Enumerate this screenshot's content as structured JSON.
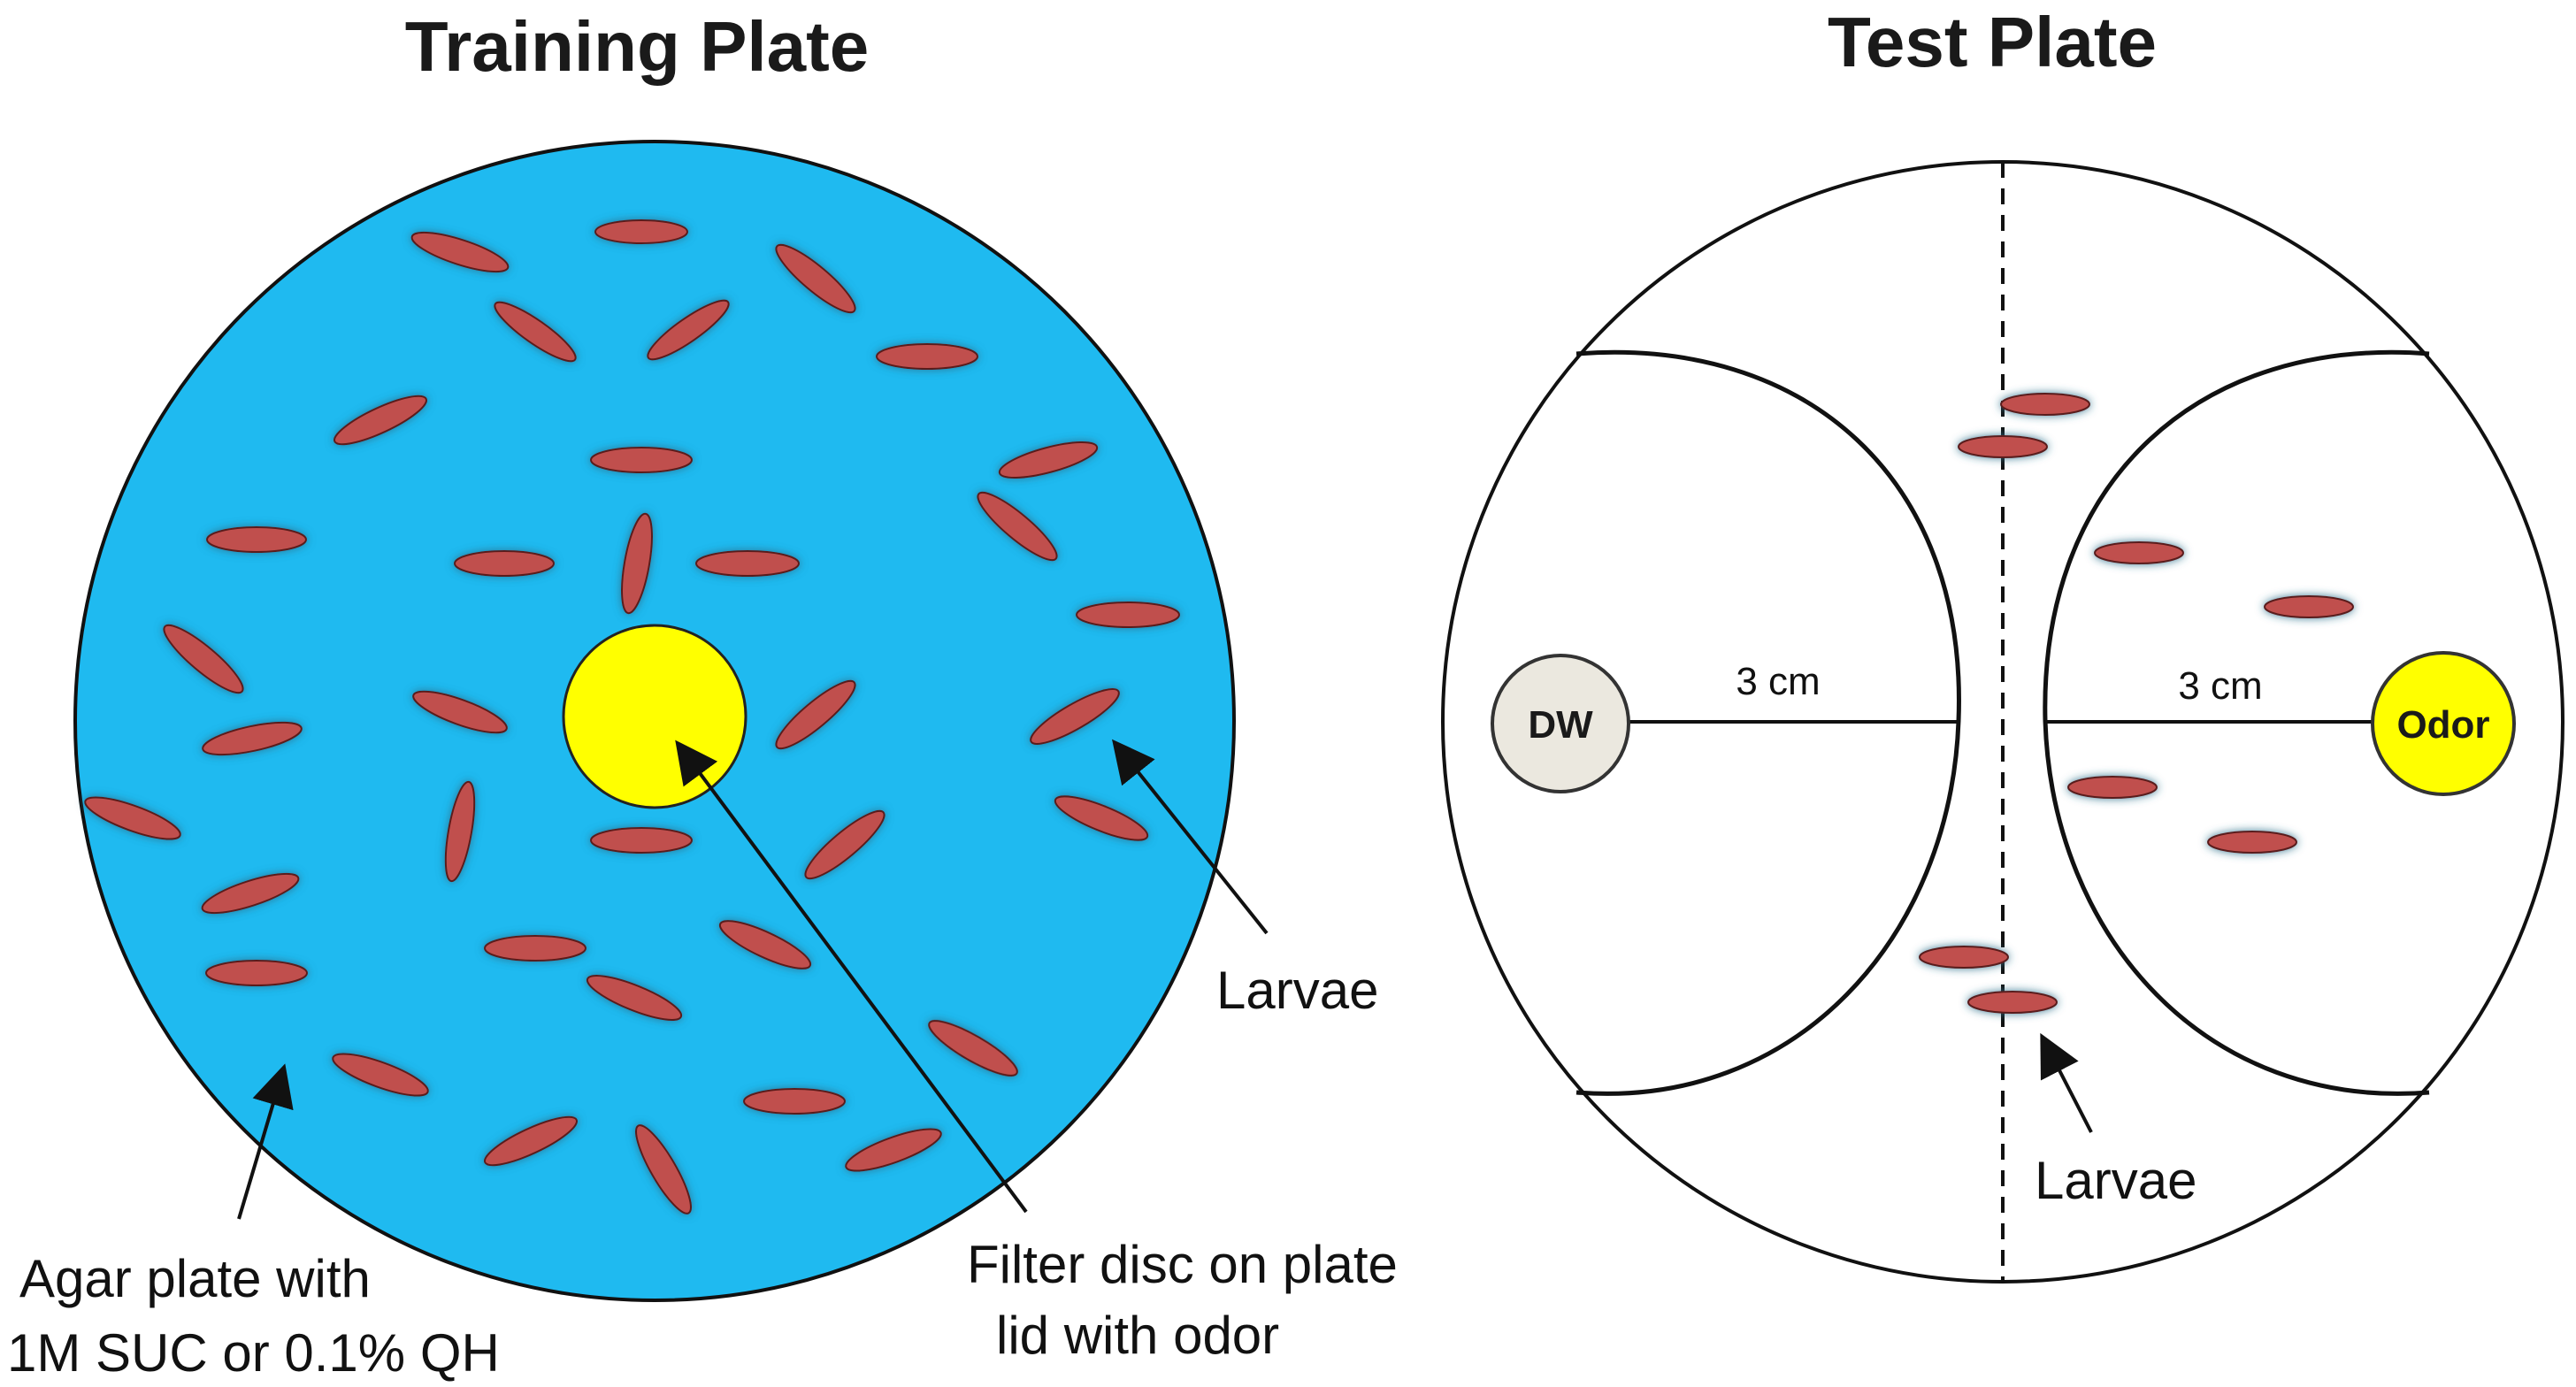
{
  "training_plate": {
    "title": "Training Plate",
    "agar_label_line1": "Agar plate with",
    "agar_label_line2": "1M SUC or 0.1% QH",
    "filter_label_line1": "Filter disc on plate",
    "filter_label_line2": "lid with odor",
    "larvae_label": "Larvae",
    "colors": {
      "agar": "#1fbaf0",
      "disc": "#ffff00",
      "larva": "#c0504d"
    }
  },
  "test_plate": {
    "title": "Test Plate",
    "left_disc_label": "DW",
    "right_disc_label": "Odor",
    "left_distance": "3 cm",
    "right_distance": "3 cm",
    "larvae_label": "Larvae",
    "colors": {
      "dw_disc": "#ebe8df",
      "odor_disc": "#ffff00",
      "larva": "#c0504d"
    }
  }
}
